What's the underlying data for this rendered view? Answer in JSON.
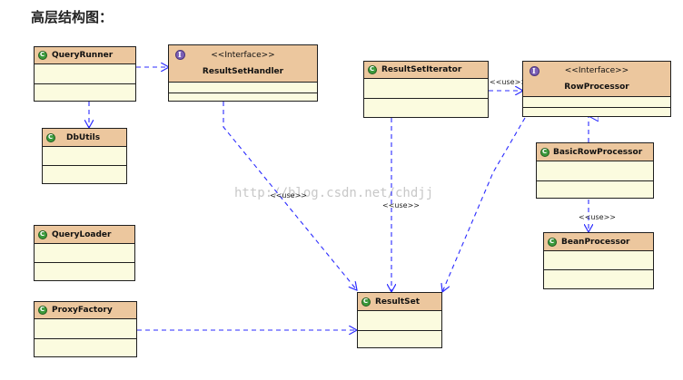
{
  "title": "高层结构图：",
  "watermark": "http://blog.csdn.net/chdjj",
  "classes": {
    "queryrunner": {
      "name": "QueryRunner"
    },
    "resultsethandler": {
      "stereotype": "<<Interface>>",
      "name": "ResultSetHandler"
    },
    "resultsetiterator": {
      "name": "ResultSetIterator"
    },
    "rowprocessor": {
      "stereotype": "<<Interface>>",
      "name": "RowProcessor"
    },
    "dbutils": {
      "name": "DbUtils"
    },
    "basicrowprocessor": {
      "name": "BasicRowProcessor"
    },
    "beanprocessor": {
      "name": "BeanProcessor"
    },
    "queryloader": {
      "name": "QueryLoader"
    },
    "proxyfactory": {
      "name": "ProxyFactory"
    },
    "resultset": {
      "name": "ResultSet"
    }
  },
  "edge_labels": {
    "handler_resultset": "<<use>>",
    "iterator_rowprocessor": "<<use>>",
    "iterator_resultset": "<<use>>",
    "basic_bean": "<<use>>"
  },
  "colors": {
    "class_header": "#ecc79e",
    "class_body": "#fbfbdf",
    "edge": "#2b2bff"
  }
}
